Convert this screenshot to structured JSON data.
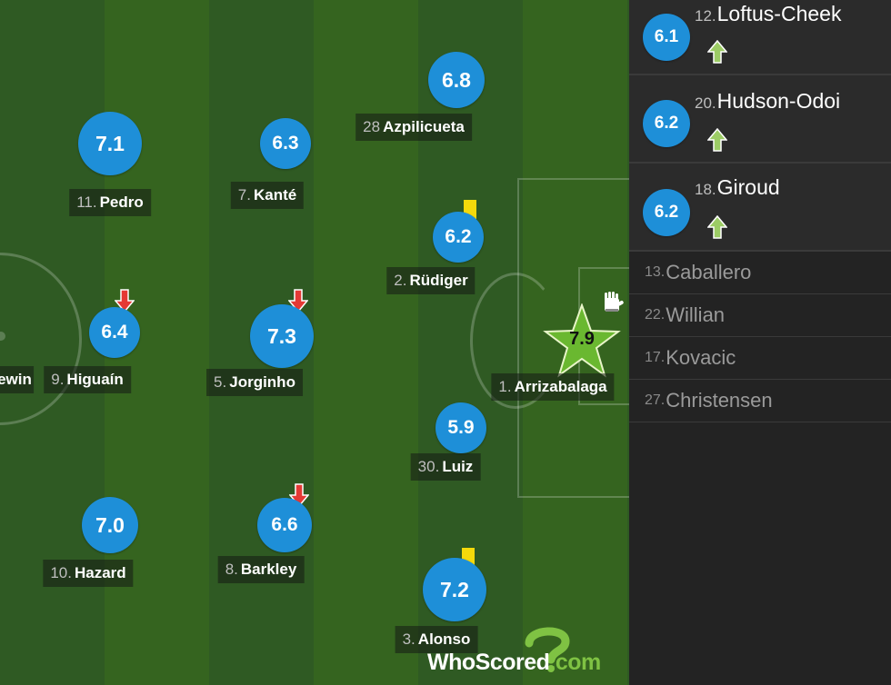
{
  "lineup": [
    {
      "id": "pedro",
      "number": "11.",
      "name": "Pedro",
      "rating": "7.1"
    },
    {
      "id": "kante",
      "number": "7.",
      "name": "Kanté",
      "rating": "6.3"
    },
    {
      "id": "azpilicueta",
      "number": "28",
      "name": "Azpilicueta",
      "rating": "6.8"
    },
    {
      "id": "rudiger",
      "number": "2.",
      "name": "Rüdiger",
      "rating": "6.2",
      "card": "yellow"
    },
    {
      "id": "higuain",
      "number": "9.",
      "name": "Higuaín",
      "rating": "6.4",
      "subbed_off": true
    },
    {
      "id": "jorginho",
      "number": "5.",
      "name": "Jorginho",
      "rating": "7.3",
      "subbed_off": true
    },
    {
      "id": "arrizabalaga",
      "number": "1.",
      "name": "Arrizabalaga",
      "rating": "7.9",
      "man_of_the_match": true
    },
    {
      "id": "luiz",
      "number": "30.",
      "name": "Luiz",
      "rating": "5.9"
    },
    {
      "id": "hazard",
      "number": "10.",
      "name": "Hazard",
      "rating": "7.0"
    },
    {
      "id": "barkley",
      "number": "8.",
      "name": "Barkley",
      "rating": "6.6",
      "subbed_off": true
    },
    {
      "id": "alonso",
      "number": "3.",
      "name": "Alonso",
      "rating": "7.2",
      "card": "yellow"
    }
  ],
  "opponent_fragment": {
    "name": "ewin"
  },
  "substitutes_used": [
    {
      "number": "12.",
      "name": "Loftus-Cheek",
      "rating": "6.1"
    },
    {
      "number": "20.",
      "name": "Hudson-Odoi",
      "rating": "6.2"
    },
    {
      "number": "18.",
      "name": "Giroud",
      "rating": "6.2"
    }
  ],
  "bench_unused": [
    {
      "number": "13.",
      "name": "Caballero"
    },
    {
      "number": "22.",
      "name": "Willian"
    },
    {
      "number": "17.",
      "name": "Kovacic"
    },
    {
      "number": "27.",
      "name": "Christensen"
    }
  ],
  "branding": {
    "logo_who": "WhoScored",
    "logo_com": ".com"
  },
  "icons": {
    "subbed_off": "red-down-arrow-icon",
    "subbed_on": "green-up-arrow-icon",
    "card": "yellow-card-icon",
    "motm": "star-icon",
    "goalkeeper": "glove-icon"
  },
  "colors": {
    "rating_bubble": "#1e8fd8",
    "motm_star": "#6ab830",
    "sub_on": "#9ccc65",
    "sub_off": "#e53935",
    "yellow_card": "#f4d90b"
  }
}
